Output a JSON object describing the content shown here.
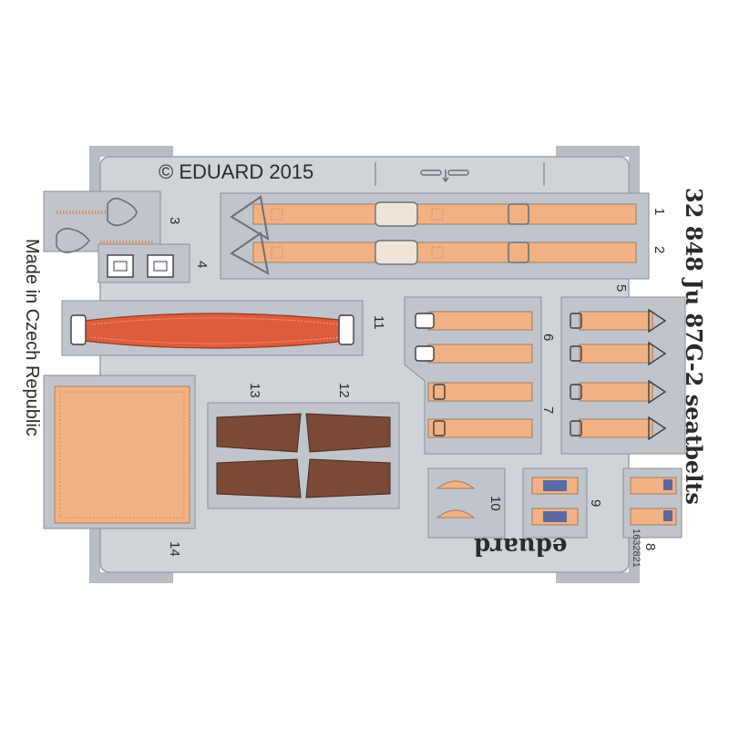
{
  "copyright": "© EDUARD 2015",
  "origin": "Made in Czech Republic",
  "product_title": "32 848 Ju 87G-2 seatbelts",
  "brand": "eduard",
  "part_numbers": [
    "1",
    "2",
    "3",
    "4",
    "5",
    "6",
    "7",
    "8",
    "9",
    "10",
    "11",
    "12",
    "13",
    "14"
  ],
  "decal_code": "1632821",
  "colors": {
    "fret": "#cfd4d9",
    "fret_edge": "#9aa1a8",
    "frame": "#b7bdc3",
    "belt": "#f2b184",
    "belt_outline": "#8a8f94",
    "red_pad": "#de5c3c",
    "brown_pad": "#7b4a36",
    "buckle_metal": "#ffffff",
    "text": "#2b2b2b"
  }
}
